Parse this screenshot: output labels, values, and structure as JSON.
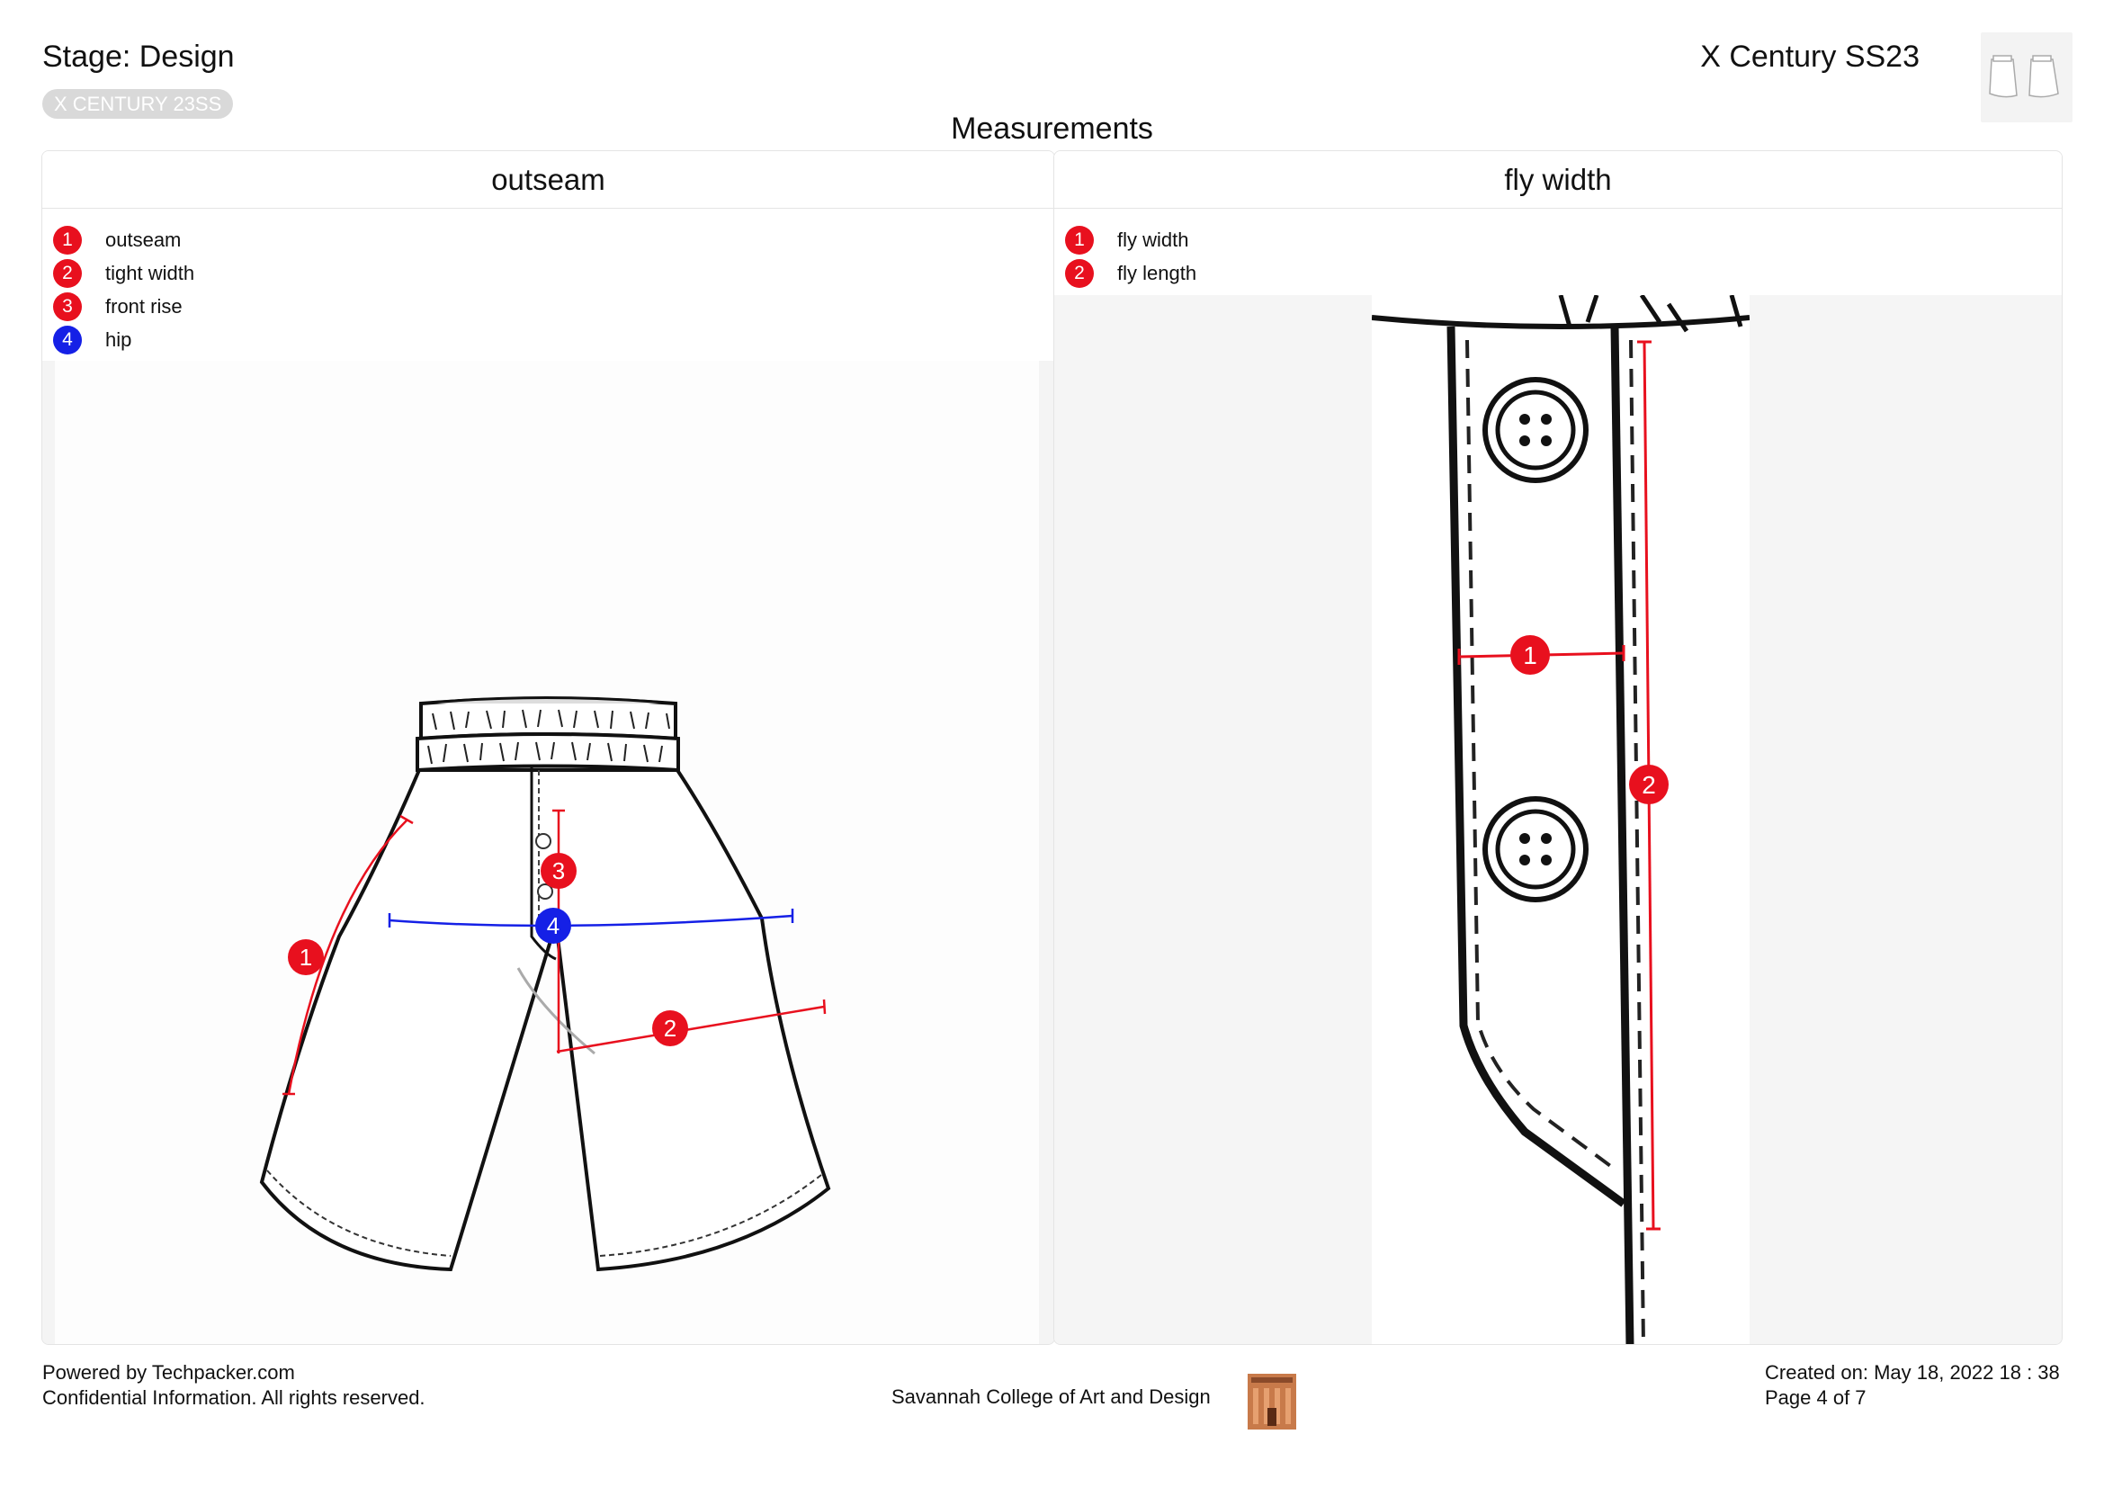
{
  "header": {
    "stage": "Stage: Design",
    "tag": "X CENTURY 23SS",
    "collection": "X Century SS23",
    "section_title": "Measurements"
  },
  "panels": [
    {
      "title": "outseam",
      "legend": [
        {
          "num": "1",
          "label": "outseam",
          "color": "#e8101e"
        },
        {
          "num": "2",
          "label": "tight width",
          "color": "#e8101e"
        },
        {
          "num": "3",
          "label": "front rise",
          "color": "#e8101e"
        },
        {
          "num": "4",
          "label": "hip",
          "color": "#1520e6"
        }
      ]
    },
    {
      "title": "fly width",
      "legend": [
        {
          "num": "1",
          "label": "fly width",
          "color": "#e8101e"
        },
        {
          "num": "2",
          "label": "fly length",
          "color": "#e8101e"
        }
      ]
    }
  ],
  "footer": {
    "powered": "Powered by Techpacker.com",
    "confidential": "Confidential Information. All rights reserved.",
    "school": "Savannah College of Art and Design",
    "created": "Created on: May 18, 2022 18 : 38",
    "page": "Page 4 of 7"
  },
  "colors": {
    "red": "#e8101e",
    "blue": "#1520e6"
  }
}
